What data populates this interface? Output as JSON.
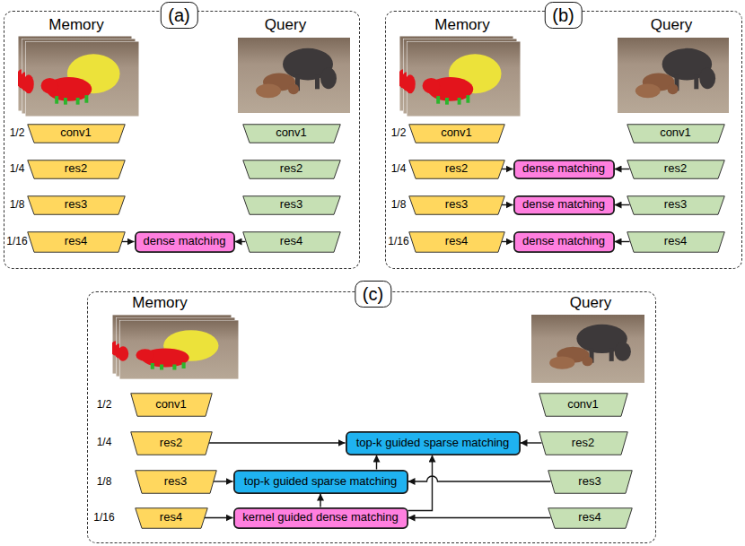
{
  "diagram": {
    "nodes": [
      {
        "text": [
          "(a)"
        ]
      },
      {
        "text": [
          "conv1"
        ],
        "in": 0
      },
      {
        "text": [
          "conv1"
        ],
        "in": 0
      },
      {
        "text": [
          "res2"
        ],
        "in": 0
      },
      {
        "text": [
          "res2"
        ],
        "in": 0
      },
      {
        "text": [
          "res3"
        ],
        "in": 0
      },
      {
        "text": [
          "res3"
        ],
        "in": 0
      },
      {
        "text": [
          "res4"
        ],
        "in": 0
      },
      {
        "text": [
          "dense matching"
        ],
        "in": 0
      },
      {
        "text": [
          "res4"
        ],
        "in": 0
      },
      {
        "text": [
          "(b)"
        ]
      },
      {
        "text": [
          "conv1"
        ],
        "in": 10
      },
      {
        "text": [
          "conv1"
        ],
        "in": 10
      },
      {
        "text": [
          "res2"
        ],
        "in": 10
      },
      {
        "text": [
          "dense matching"
        ],
        "in": 10
      },
      {
        "text": [
          "res2"
        ],
        "in": 10
      },
      {
        "text": [
          "res3"
        ],
        "in": 10
      },
      {
        "text": [
          "dense matching"
        ],
        "in": 10
      },
      {
        "text": [
          "res3"
        ],
        "in": 10
      },
      {
        "text": [
          "res4"
        ],
        "in": 10
      },
      {
        "text": [
          "dense matching"
        ],
        "in": 10
      },
      {
        "text": [
          "res4"
        ],
        "in": 10
      },
      {
        "text": [
          "(c)"
        ]
      },
      {
        "text": [
          "conv1"
        ],
        "in": 22
      },
      {
        "text": [
          "conv1"
        ],
        "in": 22
      },
      {
        "text": [
          "res2"
        ],
        "in": 22
      },
      {
        "text": [
          "top-k guided sparse matching"
        ],
        "in": 22
      },
      {
        "text": [
          "res2"
        ],
        "in": 22
      },
      {
        "text": [
          "res3"
        ],
        "in": 22
      },
      {
        "text": [
          "top-k guided sparse matching"
        ],
        "in": 22
      },
      {
        "text": [
          "res3"
        ],
        "in": 22
      },
      {
        "text": [
          "res4"
        ],
        "in": 22
      },
      {
        "text": [
          "kernel guided dense matching"
        ],
        "in": 22
      },
      {
        "text": [
          "res4"
        ],
        "in": 22
      }
    ],
    "edges": [
      {
        "from": 7,
        "to": 8,
        "arrow": "to"
      },
      {
        "from": 9,
        "to": 8,
        "arrow": "to"
      },
      {
        "from": 13,
        "to": 14,
        "arrow": "to"
      },
      {
        "from": 15,
        "to": 14,
        "arrow": "to"
      },
      {
        "from": 16,
        "to": 17,
        "arrow": "to"
      },
      {
        "from": 18,
        "to": 17,
        "arrow": "to"
      },
      {
        "from": 19,
        "to": 20,
        "arrow": "to"
      },
      {
        "from": 21,
        "to": 20,
        "arrow": "to"
      },
      {
        "from": 25,
        "to": 26,
        "arrow": "to"
      },
      {
        "from": 27,
        "to": 26,
        "arrow": "to"
      },
      {
        "from": 28,
        "to": 29,
        "arrow": "to"
      },
      {
        "from": 30,
        "to": 29,
        "arrow": "to"
      },
      {
        "from": 31,
        "to": 32,
        "arrow": "to"
      },
      {
        "from": 33,
        "to": 32,
        "arrow": "to"
      },
      {
        "from": 32,
        "to": 29,
        "arrow": "to"
      },
      {
        "from": 29,
        "to": 26,
        "arrow": "to"
      },
      {
        "from": 32,
        "to": 26,
        "arrow": "to"
      }
    ],
    "labels": [
      "Memory",
      "Query",
      "1/2",
      "1/4",
      "1/8",
      "1/16",
      "Memory",
      "Query",
      "1/2",
      "1/4",
      "1/8",
      "1/16",
      "Memory",
      "Query",
      "1/2",
      "1/4",
      "1/8",
      "1/16"
    ]
  }
}
